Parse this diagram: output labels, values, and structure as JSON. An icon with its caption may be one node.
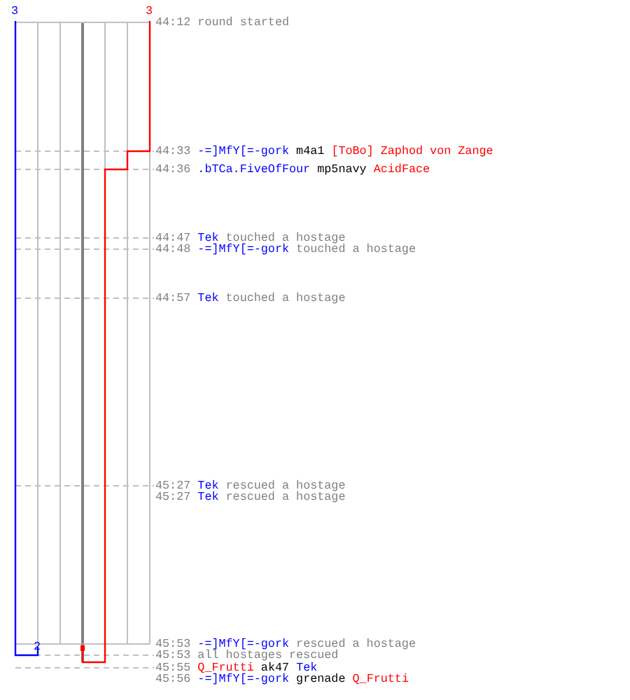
{
  "diagram": {
    "nodes": [
      {
        "text": [
          "44:12",
          "round started"
        ]
      },
      {
        "text": [
          "44:33",
          "-=]MfY[=-gork",
          "m4a1",
          "[ToBo] Zaphod von Zange"
        ]
      },
      {
        "text": [
          "44:36",
          ".bTCa.FiveOfFour",
          "mp5navy",
          "AcidFace"
        ]
      },
      {
        "text": [
          "44:47",
          "Tek",
          "touched a hostage"
        ]
      },
      {
        "text": [
          "44:48",
          "-=]MfY[=-gork",
          "touched a hostage"
        ]
      },
      {
        "text": [
          "44:57",
          "Tek",
          "touched a hostage"
        ]
      },
      {
        "text": [
          "45:27",
          "Tek",
          "rescued a hostage"
        ]
      },
      {
        "text": [
          "45:27",
          "Tek",
          "rescued a hostage"
        ]
      },
      {
        "text": [
          "45:53",
          "-=]MfY[=-gork",
          "rescued a hostage"
        ]
      },
      {
        "text": [
          "45:53",
          "all hostages rescued"
        ]
      },
      {
        "text": [
          "45:55",
          "Q_Frutti",
          "ak47",
          "Tek"
        ]
      },
      {
        "text": [
          "45:56",
          "-=]MfY[=-gork",
          "grenade",
          "Q_Frutti"
        ]
      }
    ],
    "labels": [
      "3",
      "3",
      "2"
    ]
  }
}
